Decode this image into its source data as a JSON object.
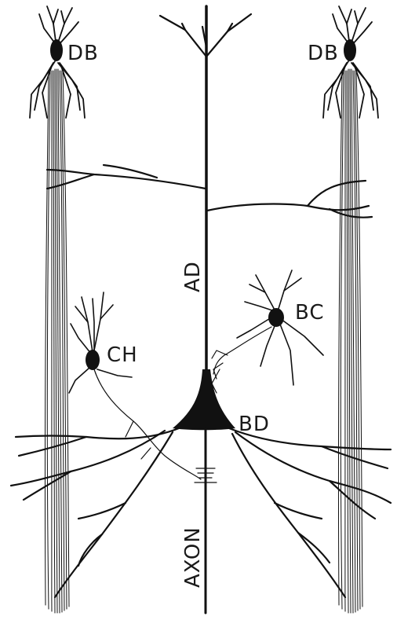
{
  "labels": {
    "db_left": "DB",
    "db_right": "DB",
    "ad": "AD",
    "bc": "BC",
    "ch": "CH",
    "bd": "BD",
    "axon": "AXON"
  },
  "colors": {
    "ink": "#111111",
    "paper": "#ffffff"
  }
}
